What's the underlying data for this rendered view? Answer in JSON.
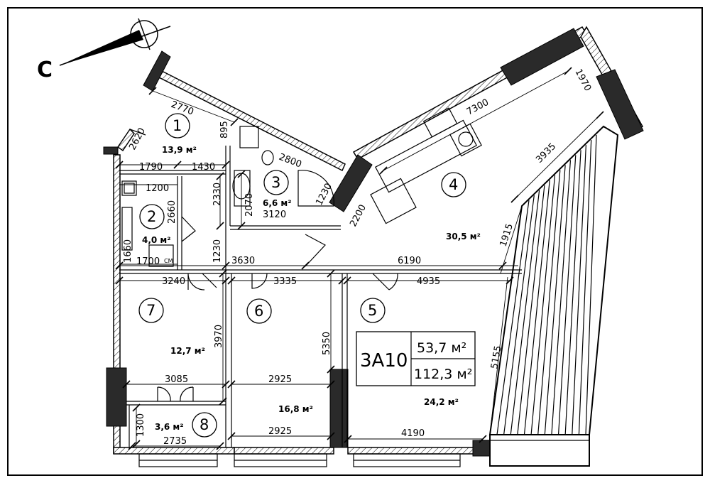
{
  "plan": {
    "north_label": "С",
    "apartment": {
      "code": "3А10",
      "living_area": "53,7 м²",
      "total_area": "112,3 м²"
    },
    "rooms": [
      {
        "id": "1",
        "area": "13,9 м²"
      },
      {
        "id": "2",
        "area": "4,0 м²"
      },
      {
        "id": "3",
        "area": "6,6 м²"
      },
      {
        "id": "4",
        "area": "30,5 м²"
      },
      {
        "id": "5",
        "area": "24,2 м²"
      },
      {
        "id": "6",
        "area": "16,8 м²"
      },
      {
        "id": "7",
        "area": "12,7 м²"
      },
      {
        "id": "8",
        "area": "3,6 м²"
      }
    ],
    "dims": {
      "d2770": "2770",
      "d895": "895",
      "d2620": "2620",
      "d1790": "1790",
      "d1430": "1430",
      "d2800": "2800",
      "d2330": "2330",
      "d2070": "2070",
      "d1230a": "1230",
      "d3120": "3120",
      "d7300": "7300",
      "d1970": "1970",
      "d3935": "3935",
      "d2200": "2200",
      "d1915": "1915",
      "d1200": "1200",
      "d2660": "2660",
      "d1660": "1660",
      "d1700": "1700",
      "d_cm": "СМ",
      "d1230b": "1230",
      "d3630": "3630",
      "d6190": "6190",
      "d3240": "3240",
      "d3335": "3335",
      "d4935": "4935",
      "d3970": "3970",
      "d5350": "5350",
      "d5155": "5155",
      "d3085": "3085",
      "d2925a": "2925",
      "d2925b": "2925",
      "d1300": "1300",
      "d2735": "2735",
      "d4190": "4190"
    }
  }
}
